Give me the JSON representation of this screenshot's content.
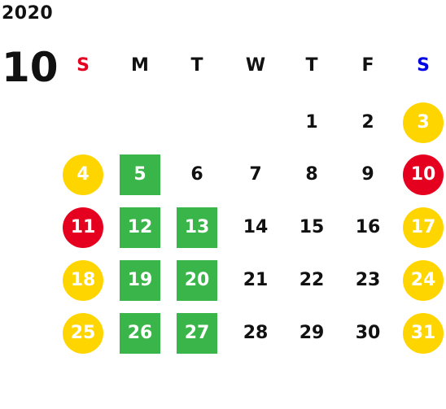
{
  "year": "2020",
  "month": "10",
  "colors": {
    "sunday_header": "#e60020",
    "saturday_header": "#0000e6",
    "green": "#3ab54a",
    "yellow": "#ffd500",
    "red": "#e60020"
  },
  "weekdays": [
    "S",
    "M",
    "T",
    "W",
    "T",
    "F",
    "S"
  ],
  "weeks": [
    [
      null,
      null,
      null,
      null,
      {
        "d": "1"
      },
      {
        "d": "2"
      },
      {
        "d": "3",
        "mark": "yellow"
      }
    ],
    [
      {
        "d": "4",
        "mark": "yellow"
      },
      {
        "d": "5",
        "mark": "green"
      },
      {
        "d": "6"
      },
      {
        "d": "7"
      },
      {
        "d": "8"
      },
      {
        "d": "9"
      },
      {
        "d": "10",
        "mark": "red"
      }
    ],
    [
      {
        "d": "11",
        "mark": "red"
      },
      {
        "d": "12",
        "mark": "green"
      },
      {
        "d": "13",
        "mark": "green"
      },
      {
        "d": "14"
      },
      {
        "d": "15"
      },
      {
        "d": "16"
      },
      {
        "d": "17",
        "mark": "yellow"
      }
    ],
    [
      {
        "d": "18",
        "mark": "yellow"
      },
      {
        "d": "19",
        "mark": "green"
      },
      {
        "d": "20",
        "mark": "green"
      },
      {
        "d": "21"
      },
      {
        "d": "22"
      },
      {
        "d": "23"
      },
      {
        "d": "24",
        "mark": "yellow"
      }
    ],
    [
      {
        "d": "25",
        "mark": "yellow"
      },
      {
        "d": "26",
        "mark": "green"
      },
      {
        "d": "27",
        "mark": "green"
      },
      {
        "d": "28"
      },
      {
        "d": "29"
      },
      {
        "d": "30"
      },
      {
        "d": "31",
        "mark": "yellow"
      }
    ]
  ]
}
